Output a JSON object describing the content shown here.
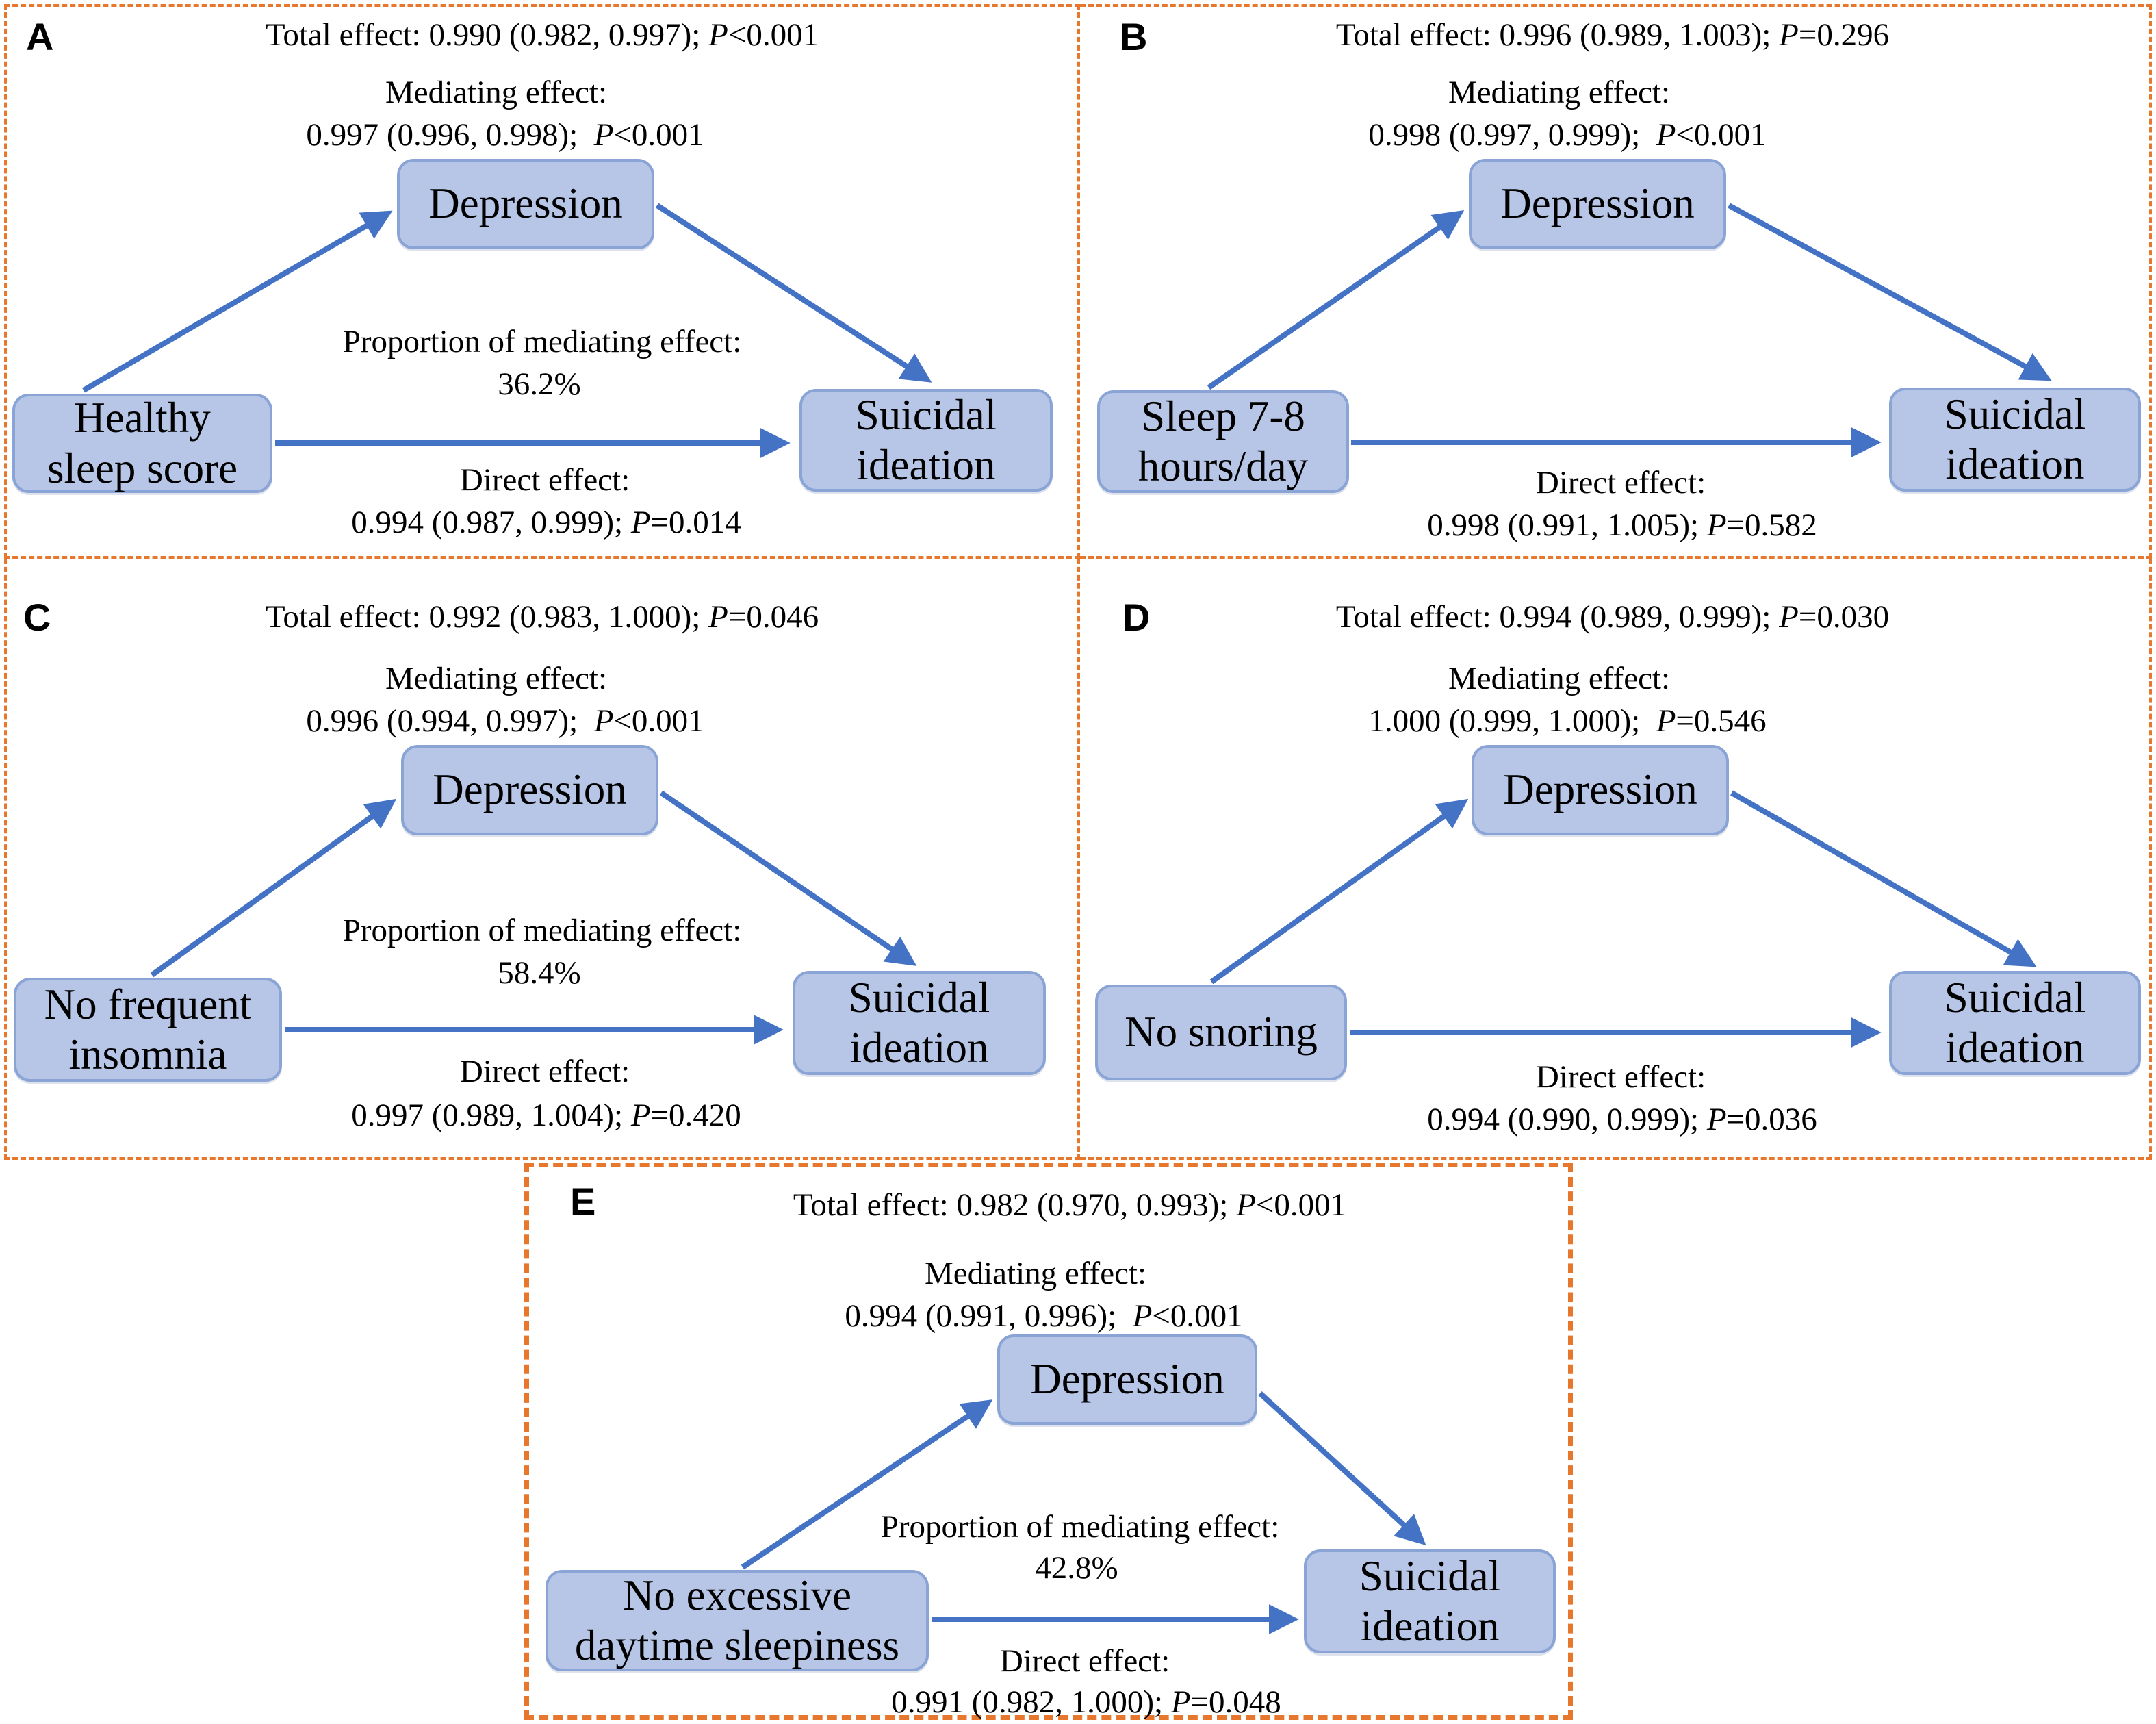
{
  "figure_title": "Mediation models of sleep factors, depression and suicidal ideation",
  "colors": {
    "panel_border": "#e8772e",
    "box_fill": "#b7c6e7",
    "box_border": "#8aa4d6",
    "arrow": "#4472c4",
    "text": "#000000"
  },
  "panels": [
    {
      "label": "A",
      "total_effect": "Total effect: 0.990 (0.982, 0.997); P<0.001",
      "mediating_label": "Mediating effect:",
      "mediating_value": "0.997 (0.996, 0.998);  P<0.001",
      "proportion_label": "Proportion of mediating effect:",
      "proportion_value": "36.2%",
      "direct_label": "Direct effect:",
      "direct_value": "0.994 (0.987, 0.999); P=0.014",
      "mediator": "Depression",
      "exposure_lines": [
        "Healthy",
        "sleep score"
      ],
      "outcome_lines": [
        "Suicidal",
        "ideation"
      ]
    },
    {
      "label": "B",
      "total_effect": "Total effect: 0.996 (0.989, 1.003); P=0.296",
      "mediating_label": "Mediating effect:",
      "mediating_value": "0.998 (0.997, 0.999);  P<0.001",
      "direct_label": "Direct effect:",
      "direct_value": "0.998 (0.991, 1.005); P=0.582",
      "mediator": "Depression",
      "exposure_lines": [
        "Sleep 7-8",
        "hours/day"
      ],
      "outcome_lines": [
        "Suicidal",
        "ideation"
      ]
    },
    {
      "label": "C",
      "total_effect": "Total effect: 0.992 (0.983, 1.000); P=0.046",
      "mediating_label": "Mediating effect:",
      "mediating_value": "0.996 (0.994, 0.997);  P<0.001",
      "proportion_label": "Proportion of mediating effect:",
      "proportion_value": "58.4%",
      "direct_label": "Direct effect:",
      "direct_value": "0.997 (0.989, 1.004); P=0.420",
      "mediator": "Depression",
      "exposure_lines": [
        "No frequent",
        "insomnia"
      ],
      "outcome_lines": [
        "Suicidal",
        "ideation"
      ]
    },
    {
      "label": "D",
      "total_effect": "Total effect: 0.994 (0.989, 0.999); P=0.030",
      "mediating_label": "Mediating effect:",
      "mediating_value": "1.000 (0.999, 1.000);  P=0.546",
      "direct_label": "Direct effect:",
      "direct_value": "0.994 (0.990, 0.999); P=0.036",
      "mediator": "Depression",
      "exposure_lines": [
        "No snoring"
      ],
      "outcome_lines": [
        "Suicidal",
        "ideation"
      ]
    },
    {
      "label": "E",
      "total_effect": "Total effect: 0.982 (0.970, 0.993); P<0.001",
      "mediating_label": "Mediating effect:",
      "mediating_value": "0.994 (0.991, 0.996);  P<0.001",
      "proportion_label": "Proportion of mediating effect:",
      "proportion_value": "42.8%",
      "direct_label": "Direct effect:",
      "direct_value": "0.991 (0.982, 1.000); P=0.048",
      "mediator": "Depression",
      "exposure_lines": [
        "No excessive",
        "daytime sleepiness"
      ],
      "outcome_lines": [
        "Suicidal",
        "ideation"
      ]
    }
  ]
}
